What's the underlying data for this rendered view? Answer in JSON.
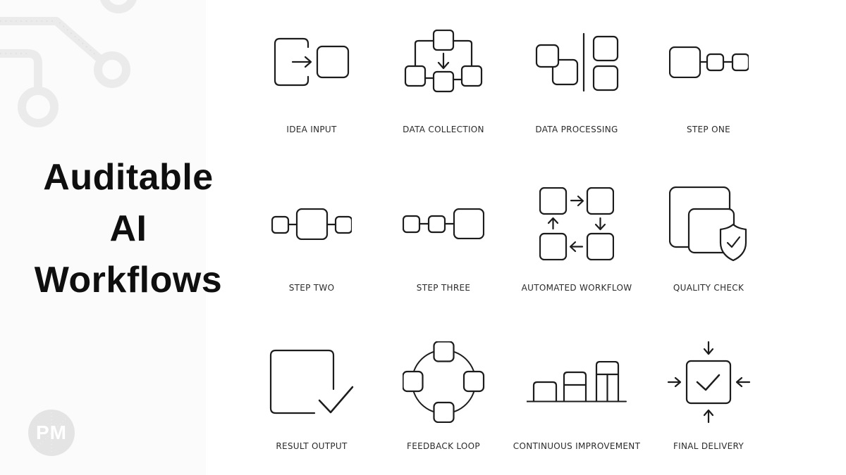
{
  "sidebar": {
    "title_line1": "Auditable",
    "title_line2": "AI",
    "title_line3": "Workflows",
    "logo_text": "PM"
  },
  "grid": {
    "items": [
      {
        "label": "IDEA INPUT",
        "icon": "idea-input-icon"
      },
      {
        "label": "DATA COLLECTION",
        "icon": "data-collection-icon"
      },
      {
        "label": "DATA PROCESSING",
        "icon": "data-processing-icon"
      },
      {
        "label": "STEP ONE",
        "icon": "step-one-icon"
      },
      {
        "label": "STEP TWO",
        "icon": "step-two-icon"
      },
      {
        "label": "STEP THREE",
        "icon": "step-three-icon"
      },
      {
        "label": "AUTOMATED WORKFLOW",
        "icon": "automated-workflow-icon"
      },
      {
        "label": "QUALITY CHECK",
        "icon": "quality-check-icon"
      },
      {
        "label": "RESULT OUTPUT",
        "icon": "result-output-icon"
      },
      {
        "label": "FEEDBACK LOOP",
        "icon": "feedback-loop-icon"
      },
      {
        "label": "CONTINUOUS IMPROVEMENT",
        "icon": "continuous-improvement-icon"
      },
      {
        "label": "FINAL DELIVERY",
        "icon": "final-delivery-icon"
      }
    ]
  },
  "colors": {
    "icon_stroke": "#1c1c1c",
    "label_text": "#2b2b2b",
    "title_text": "#0f0f0f",
    "sidebar_bg": "#fbfbfb",
    "decoration": "#ebebeb",
    "logo_bg": "#e4e4e4",
    "logo_text_color": "#ffffff"
  }
}
